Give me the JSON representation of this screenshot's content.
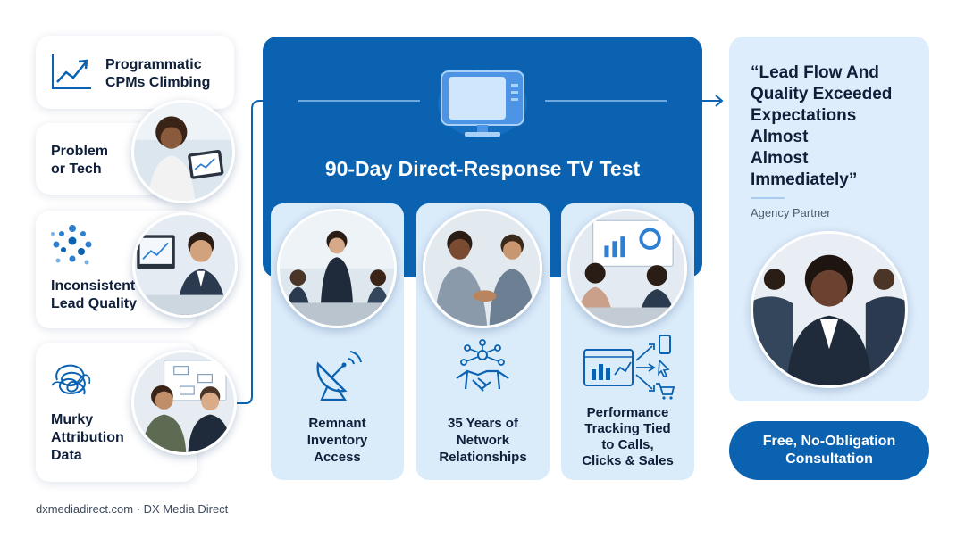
{
  "problems": [
    {
      "title_lines": [
        "Programmatic",
        "CPMs Climbing"
      ],
      "icon": "trend-chart-icon"
    },
    {
      "title_lines": [
        "Problem",
        "or Tech"
      ],
      "icon": "person-tablet-photo"
    },
    {
      "title_lines": [
        "Inconsistent",
        "Lead Quality"
      ],
      "icon": "scattered-dots-icon"
    },
    {
      "title_lines": [
        "Murky",
        "Attribution",
        "Data"
      ],
      "icon": "tangled-scribble-icon"
    }
  ],
  "hero": {
    "title": "90-Day Direct-Response TV Test",
    "icon": "television-icon"
  },
  "pillars": [
    {
      "label_lines": [
        "Remnant",
        "Inventory",
        "Access"
      ],
      "icon": "satellite-dish-icon"
    },
    {
      "label_lines": [
        "35 Years of",
        "Network",
        "Relationships"
      ],
      "icon": "handshake-network-icon"
    },
    {
      "label_lines": [
        "Performance",
        "Tracking Tied",
        "to Calls,",
        "Clicks & Sales"
      ],
      "icon": "analytics-dashboard-icon"
    }
  ],
  "quote": {
    "lines": [
      "“Lead Flow And",
      "Quality Exceeded",
      "Expectations",
      "Almost",
      "Almost",
      "Immediately”"
    ],
    "attribution": "Agency Partner"
  },
  "cta": {
    "lines": [
      "Free, No-Obligation",
      "Consultation"
    ]
  },
  "footer": {
    "text": "dxmediadirect.com · DX Media Direct"
  },
  "colors": {
    "brand_blue": "#0a62b0",
    "light_blue": "#daebfa",
    "quote_bg": "#deedfb",
    "text_dark": "#0f1f3a"
  }
}
